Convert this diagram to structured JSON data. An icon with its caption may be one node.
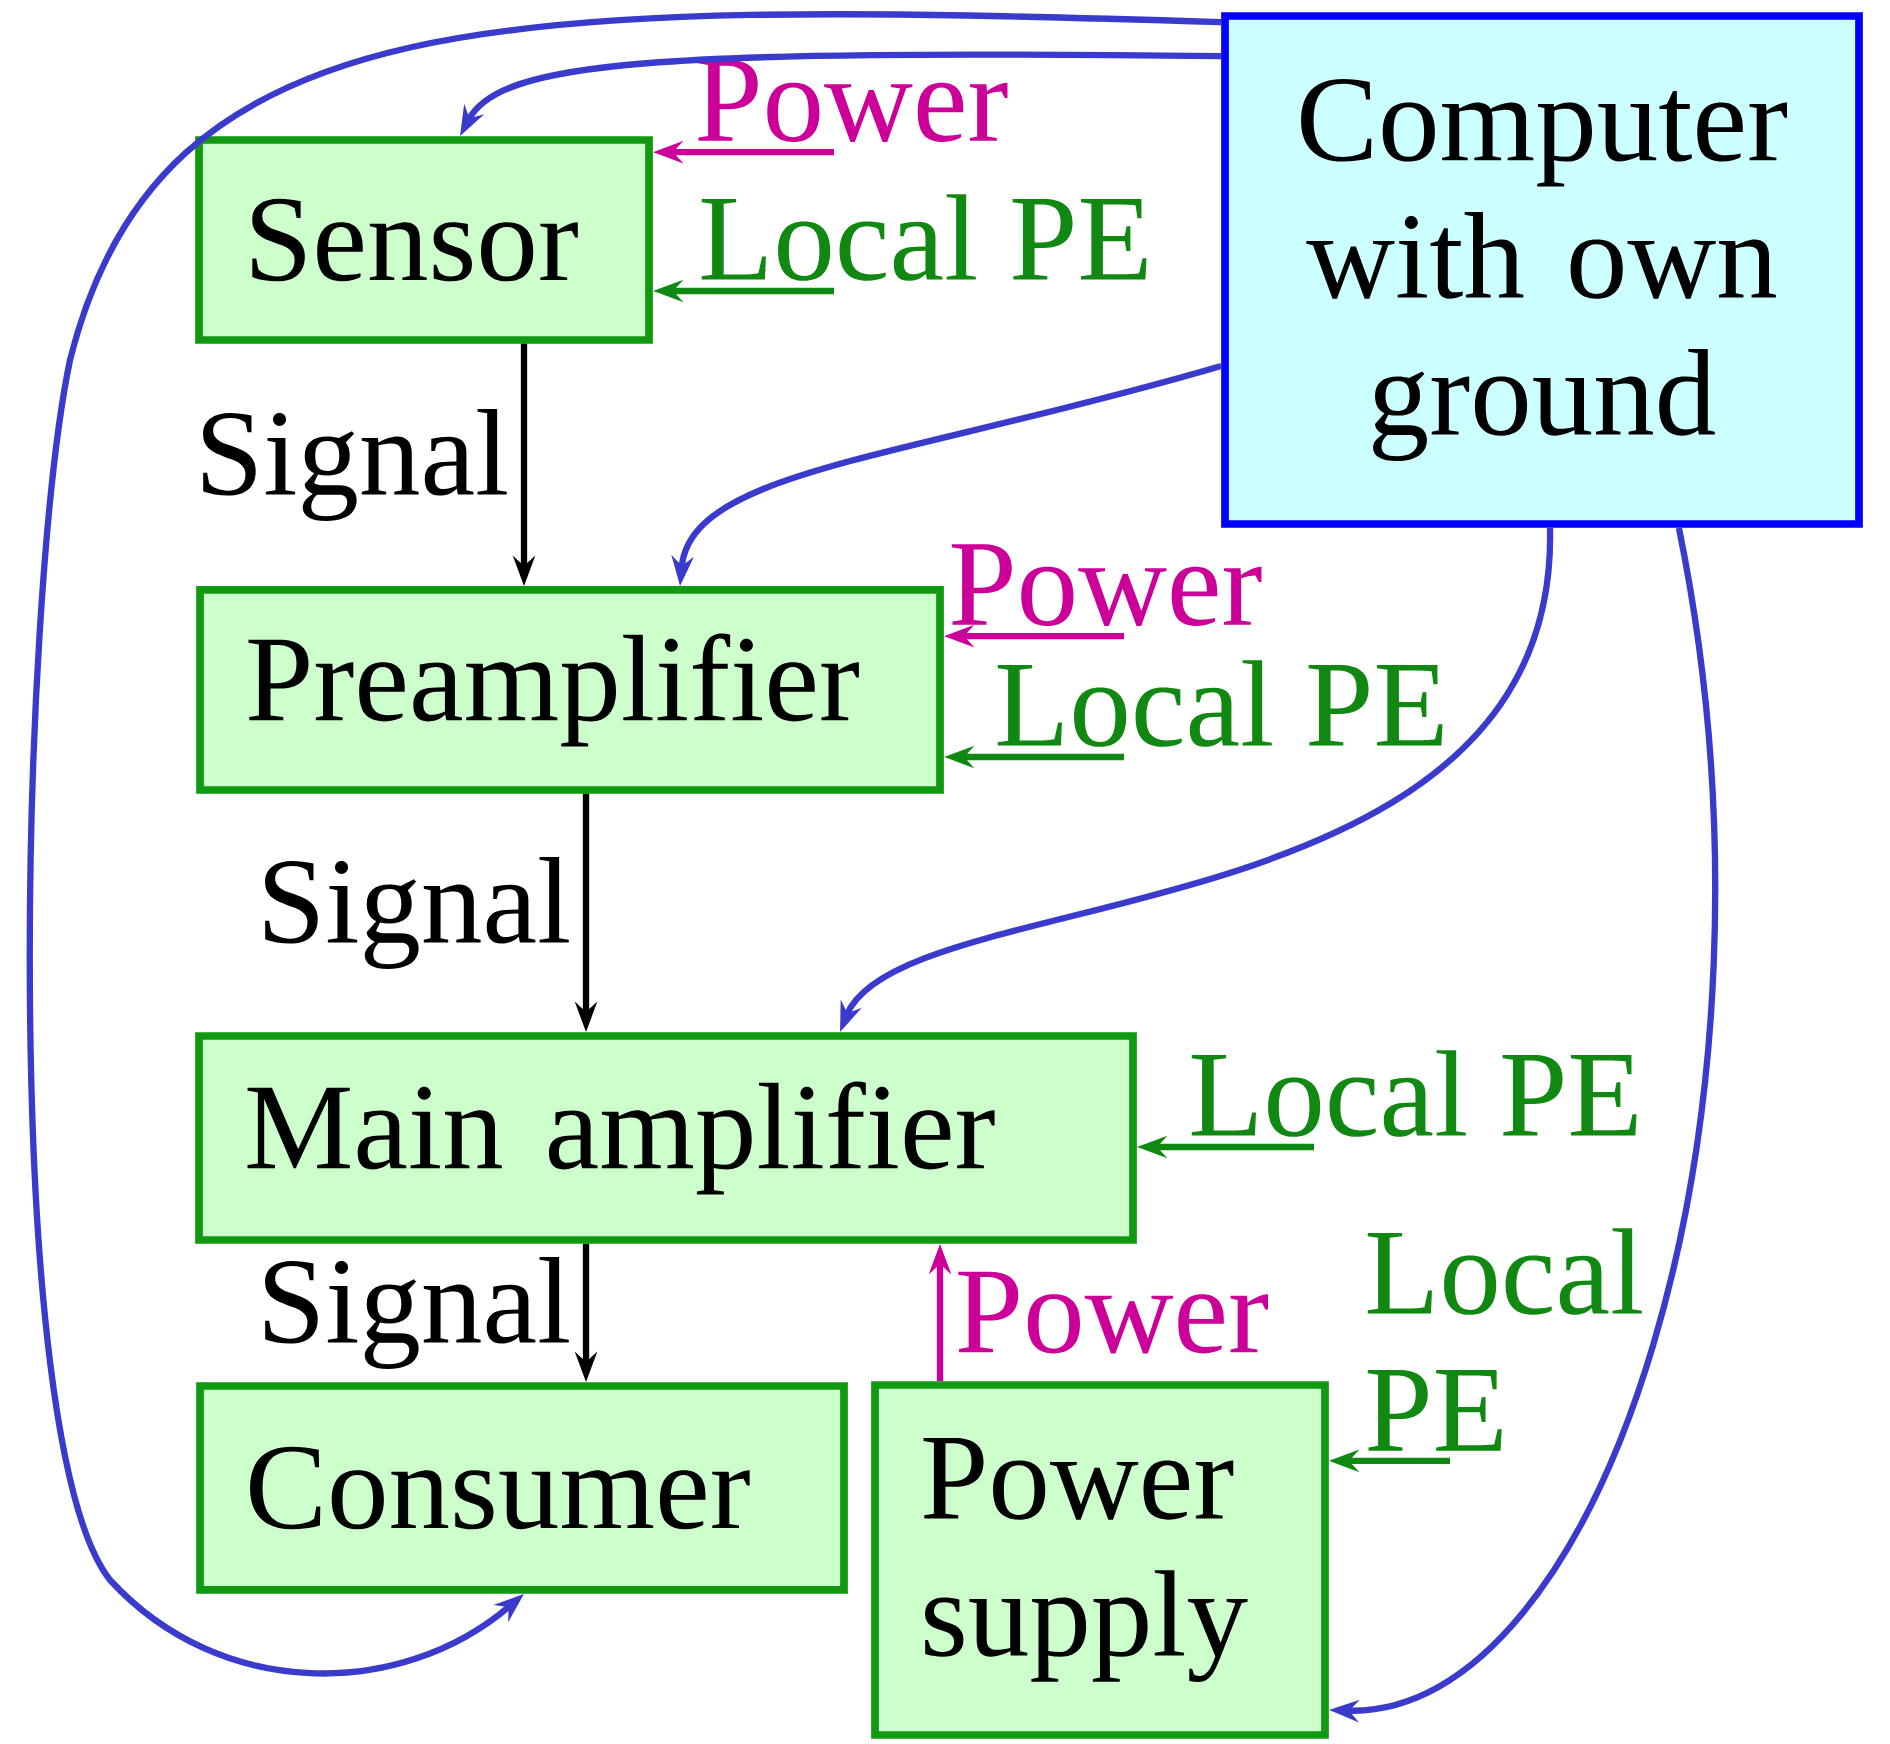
{
  "diagram": {
    "nodes": [
      {
        "text": [
          "Sensor"
        ]
      },
      {
        "text": [
          "Preamplifier"
        ]
      },
      {
        "text": [
          "Main amplifier"
        ]
      },
      {
        "text": [
          "Consumer"
        ]
      },
      {
        "text": [
          "Power supply"
        ]
      },
      {
        "text": [
          "Computer with own ground"
        ]
      },
      {
        "text": [
          "Power"
        ]
      },
      {
        "text": [
          "Local PE"
        ]
      },
      {
        "text": [
          "Power"
        ]
      },
      {
        "text": [
          "Local PE"
        ]
      },
      {
        "text": [
          "Local PE"
        ]
      },
      {
        "text": [
          "Local PE"
        ]
      }
    ],
    "edges": [
      {
        "from": 0,
        "to": 1,
        "arrow": "to",
        "label": "Signal",
        "color": "#000000"
      },
      {
        "from": 1,
        "to": 2,
        "arrow": "to",
        "label": "Signal",
        "color": "#000000"
      },
      {
        "from": 2,
        "to": 3,
        "arrow": "to",
        "label": "Signal",
        "color": "#000000"
      },
      {
        "from": 4,
        "to": 2,
        "arrow": "to",
        "label": "Power",
        "color": "#cc0099"
      },
      {
        "from": 6,
        "to": 0,
        "arrow": "to",
        "color": "#cc0099"
      },
      {
        "from": 7,
        "to": 0,
        "arrow": "to",
        "color": "#118811"
      },
      {
        "from": 8,
        "to": 1,
        "arrow": "to",
        "color": "#cc0099"
      },
      {
        "from": 9,
        "to": 1,
        "arrow": "to",
        "color": "#118811"
      },
      {
        "from": 10,
        "to": 2,
        "arrow": "to",
        "color": "#118811"
      },
      {
        "from": 11,
        "to": 4,
        "arrow": "to",
        "color": "#118811"
      },
      {
        "from": 5,
        "to": 0,
        "arrow": "to",
        "color": "#3a3acc"
      },
      {
        "from": 5,
        "to": 1,
        "arrow": "to",
        "color": "#3a3acc"
      },
      {
        "from": 5,
        "to": 2,
        "arrow": "to",
        "color": "#3a3acc"
      },
      {
        "from": 5,
        "to": 3,
        "arrow": "to",
        "color": "#3a3acc"
      },
      {
        "from": 5,
        "to": 4,
        "arrow": "to",
        "color": "#3a3acc"
      }
    ]
  }
}
